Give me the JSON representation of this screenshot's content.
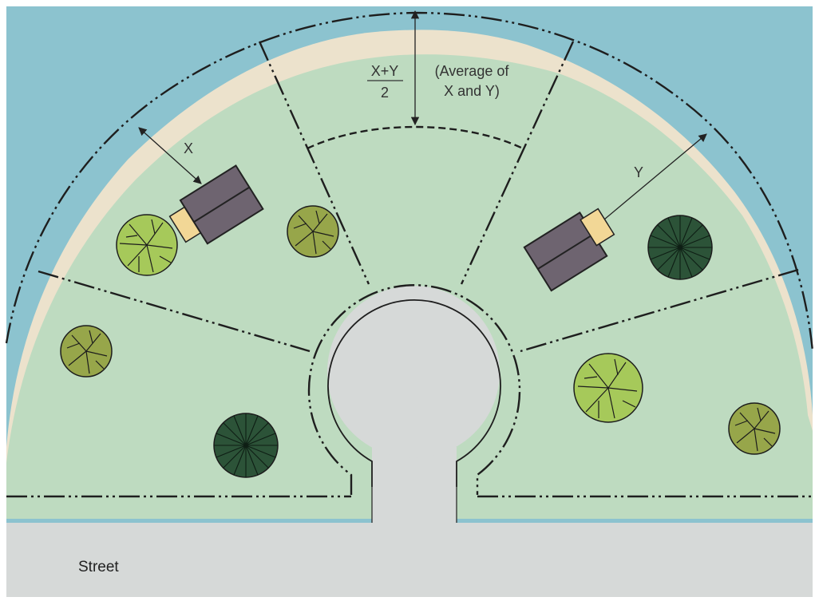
{
  "labels": {
    "dim_x": "X",
    "dim_y": "Y",
    "avg_numerator": "X+Y",
    "avg_denominator": "2",
    "avg_note_line1": "(Average of",
    "avg_note_line2": "X and Y)",
    "street": "Street"
  },
  "colors": {
    "water": "#8cc3cf",
    "beach": "#ece2cc",
    "lawn": "#bedbc0",
    "pavement": "#d6d9d8",
    "house_roof": "#6e6470",
    "porch": "#f2d796",
    "tree_light": "#a6c95a",
    "tree_olive": "#97a64a",
    "tree_dark": "#2c5338",
    "line": "#1e1e1e"
  }
}
